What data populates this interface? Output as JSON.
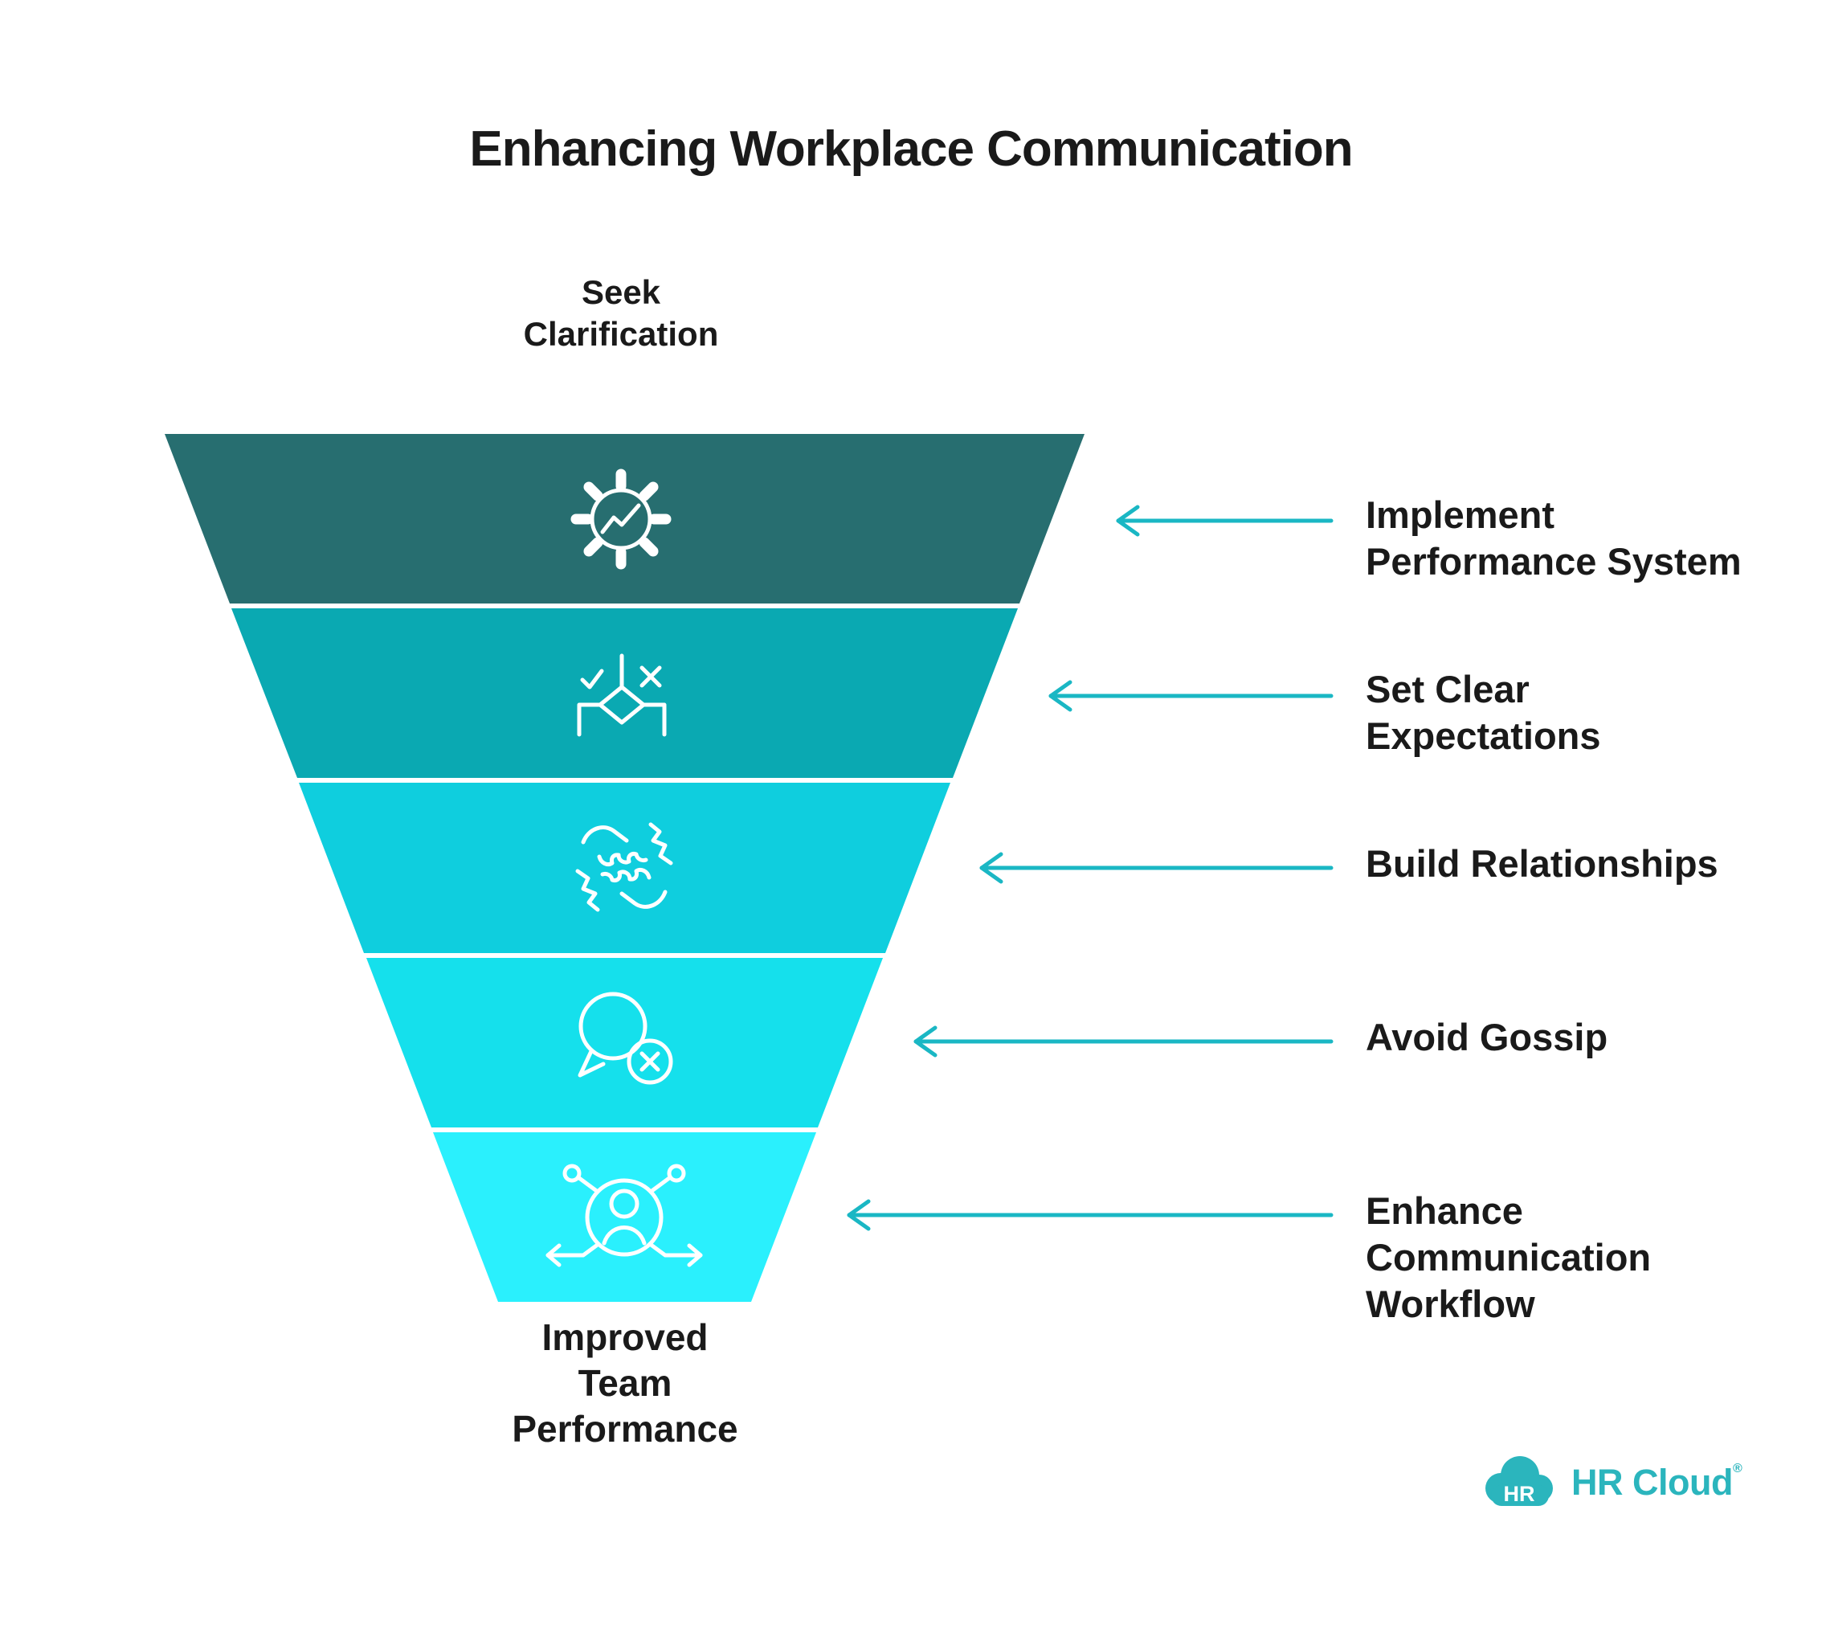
{
  "title": "Enhancing Workplace Communication",
  "funnel": {
    "input_label": "Seek\nClarification",
    "output_label": "Improved\nTeam\nPerformance",
    "stages": [
      {
        "label": "Implement\nPerformance System",
        "color": "#276e70",
        "icon": "gear-performance-icon"
      },
      {
        "label": "Set Clear\nExpectations",
        "color": "#0aa9b2",
        "icon": "decision-check-icon"
      },
      {
        "label": "Build Relationships",
        "color": "#0fcede",
        "icon": "handshake-icon"
      },
      {
        "label": "Avoid Gossip",
        "color": "#15e0ec",
        "icon": "no-gossip-icon"
      },
      {
        "label": "Enhance\nCommunication\nWorkflow",
        "color": "#2af0fd",
        "icon": "person-workflow-icon"
      }
    ]
  },
  "theme": {
    "arrow": "#1ab7c4",
    "text": "#1a1a1a",
    "background": "#ffffff",
    "icon_stroke": "#ffffff",
    "logo": "#2bb5bd"
  },
  "logo": {
    "badge": "HR",
    "name": "HR Cloud",
    "registered": "®"
  }
}
